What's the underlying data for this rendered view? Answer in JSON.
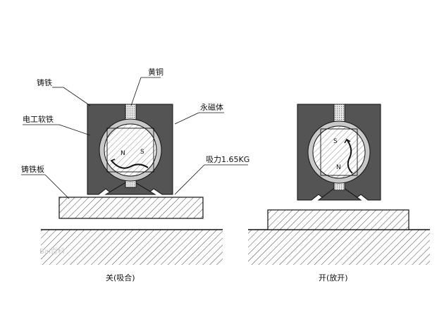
{
  "labels": {
    "cast_iron": "铸铁",
    "brass": "黄铜",
    "permanent_magnet": "永磁体",
    "soft_iron": "电工软铁",
    "suction_force": "吸力1.65KG",
    "cast_iron_plate": "铸铁板"
  },
  "captions": {
    "closed": "关(吸合)",
    "open": "开(放开)"
  },
  "poles": {
    "north": "N",
    "south": "S"
  },
  "watermark": "Bai百科"
}
